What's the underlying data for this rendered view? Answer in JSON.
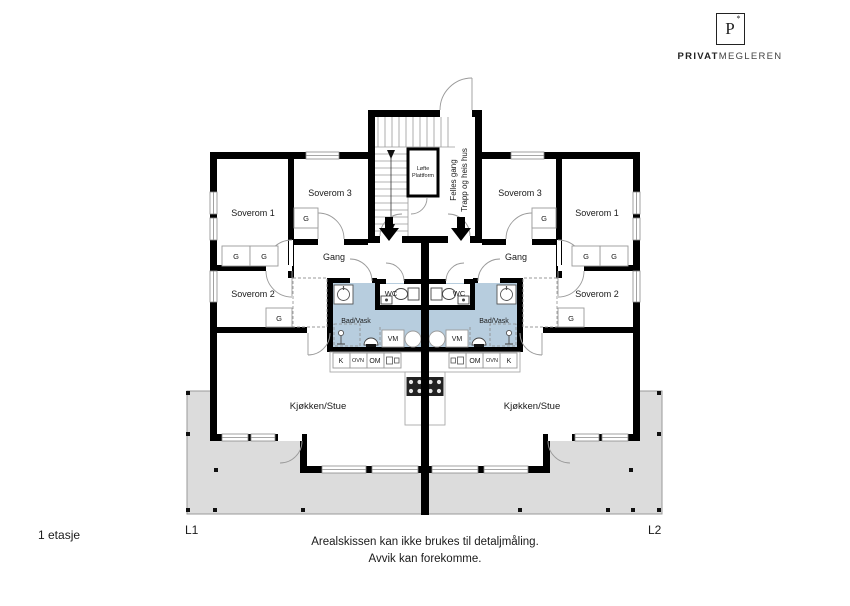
{
  "header": {
    "logo": {
      "monogram": "P",
      "star": "*",
      "brand_bold": "PRIVAT",
      "brand_light": "MEGLEREN"
    }
  },
  "plan": {
    "floor_label": "1 etasje",
    "marker_left": "L1",
    "marker_right": "L2",
    "disclaimer_line1": "Arealskissen kan ikke brukes til detaljmåling.",
    "disclaimer_line2": "Avvik kan forekomme."
  },
  "stairwell": {
    "lift_label_line1": "Løfte",
    "lift_label_line2": "Plattform",
    "shaft_label_line1": "Felles gang",
    "shaft_label_line2": "Trapp og heis hus"
  },
  "rooms": {
    "soverom1": "Soverom 1",
    "soverom2": "Soverom 2",
    "soverom3": "Soverom 3",
    "gang": "Gang",
    "wc": "WC",
    "bad_vask": "Bad/Vask",
    "kjokken_stue": "Kjøkken/Stue"
  },
  "fixtures": {
    "wardrobe": "G",
    "washing_machine": "VM",
    "fridge": "K",
    "oven": "OVN",
    "dishwasher": "OM"
  },
  "colors": {
    "wall": "#000000",
    "bath_fill": "#b7cdde",
    "terrace_fill": "#dcdcdc",
    "line": "#999999"
  }
}
